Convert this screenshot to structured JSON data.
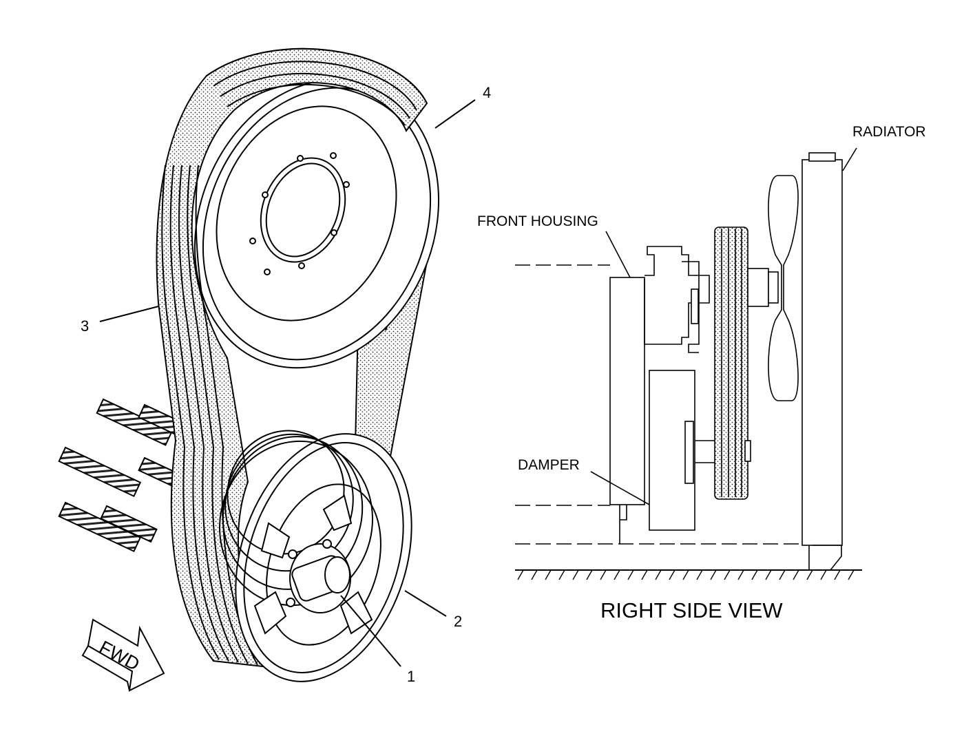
{
  "diagram": {
    "callouts": [
      "1",
      "2",
      "3",
      "4"
    ],
    "labels": {
      "radiator": "RADIATOR",
      "front_housing": "FRONT HOUSING",
      "damper": "DAMPER",
      "view_title": "RIGHT SIDE VIEW",
      "direction": "FWD"
    },
    "line_color": "#000000",
    "background": "#ffffff"
  }
}
